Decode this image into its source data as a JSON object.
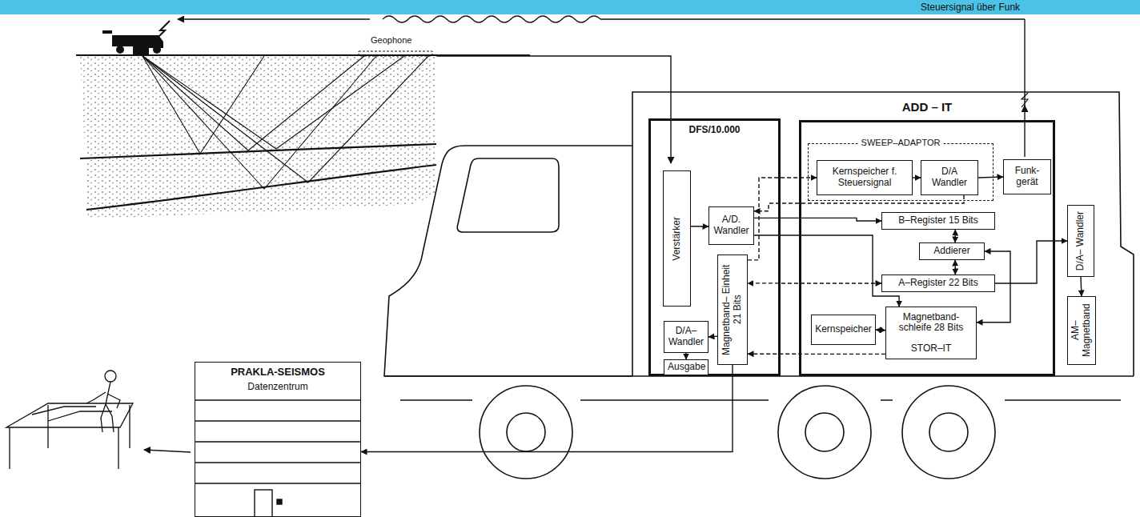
{
  "diagram": {
    "nodes": [
      {
        "text": [
          "DFS/10.000"
        ]
      },
      {
        "text": [
          "Verstärker"
        ],
        "in": 0
      },
      {
        "text": [
          "A/D. Wandler"
        ],
        "in": 0
      },
      {
        "text": [
          "Magnetband– Einheit 21 Bits"
        ],
        "in": 0
      },
      {
        "text": [
          "D/A– Wandler"
        ],
        "in": 0
      },
      {
        "text": [
          "Ausgabe"
        ],
        "in": 0
      },
      {
        "text": [
          "ADD – IT"
        ]
      },
      {
        "text": [
          "SWEEP–ADAPTOR"
        ],
        "in": 6
      },
      {
        "text": [
          "Kernspeicher f. Steuersignal"
        ],
        "in": 7
      },
      {
        "text": [
          "D/A Wandler"
        ],
        "in": 7
      },
      {
        "text": [
          "Funk- gerät"
        ],
        "in": 6
      },
      {
        "text": [
          "B–Register 15 Bits"
        ],
        "in": 6
      },
      {
        "text": [
          "Addierer"
        ],
        "in": 6
      },
      {
        "text": [
          "A–Register 22 Bits"
        ],
        "in": 6
      },
      {
        "text": [
          "Kernspeicher"
        ],
        "in": 6
      },
      {
        "text": [
          "Magnetband- schleife 28 Bits",
          "STOR–IT"
        ],
        "in": 6
      },
      {
        "text": [
          "D/A– Wandler"
        ]
      },
      {
        "text": [
          "AM– Magnetband"
        ]
      },
      {
        "text": [
          "PRAKLA-SEISMOS",
          "Datenzentrum"
        ]
      }
    ],
    "edges": [
      {
        "from": 1,
        "to": 2,
        "arrow": "to"
      },
      {
        "from": 2,
        "to": 11,
        "arrow": "to"
      },
      {
        "from": 2,
        "to": 15,
        "arrow": "to"
      },
      {
        "from": 8,
        "to": 9,
        "arrow": "to"
      },
      {
        "from": 9,
        "to": 10,
        "arrow": "to"
      },
      {
        "from": 9,
        "to": 2,
        "arrow": "to"
      },
      {
        "from": 3,
        "to": 8,
        "arrow": "to"
      },
      {
        "from": 11,
        "to": 12,
        "arrow": "both"
      },
      {
        "from": 12,
        "to": 13,
        "arrow": "both"
      },
      {
        "from": 13,
        "to": 3,
        "arrow": "both"
      },
      {
        "from": 12,
        "to": 15,
        "arrow": "both"
      },
      {
        "from": 14,
        "to": 15,
        "arrow": "both"
      },
      {
        "from": 13,
        "to": 16,
        "arrow": "to"
      },
      {
        "from": 16,
        "to": 17,
        "arrow": "to"
      },
      {
        "from": 15,
        "to": 3,
        "arrow": "to"
      },
      {
        "from": 3,
        "to": 4,
        "arrow": "to"
      },
      {
        "from": 4,
        "to": 5,
        "arrow": "to"
      },
      {
        "from": 3,
        "to": 18,
        "arrow": "to"
      }
    ],
    "labels": [
      "Steuersignal über Funk",
      "Geophone"
    ]
  }
}
